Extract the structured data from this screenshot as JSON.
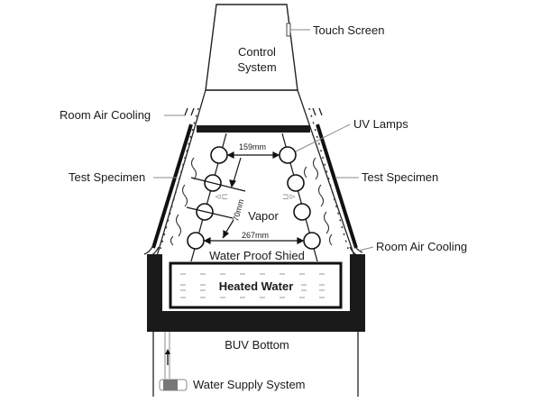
{
  "labels": {
    "touch_screen": "Touch Screen",
    "control_system_1": "Control",
    "control_system_2": "System",
    "room_air_cooling_left": "Room Air Cooling",
    "room_air_cooling_right": "Room Air Cooling",
    "uv_lamps": "UV Lamps",
    "test_specimen_left": "Test Specimen",
    "test_specimen_right": "Test Specimen",
    "dim_top": "159mm",
    "dim_side": "70mm",
    "dim_bottom": "267mm",
    "vapor": "Vapor",
    "water_proof_shield": "Water Proof Shied",
    "heated_water": "Heated Water",
    "buv_bottom": "BUV Bottom",
    "water_supply_system": "Water Supply System"
  }
}
